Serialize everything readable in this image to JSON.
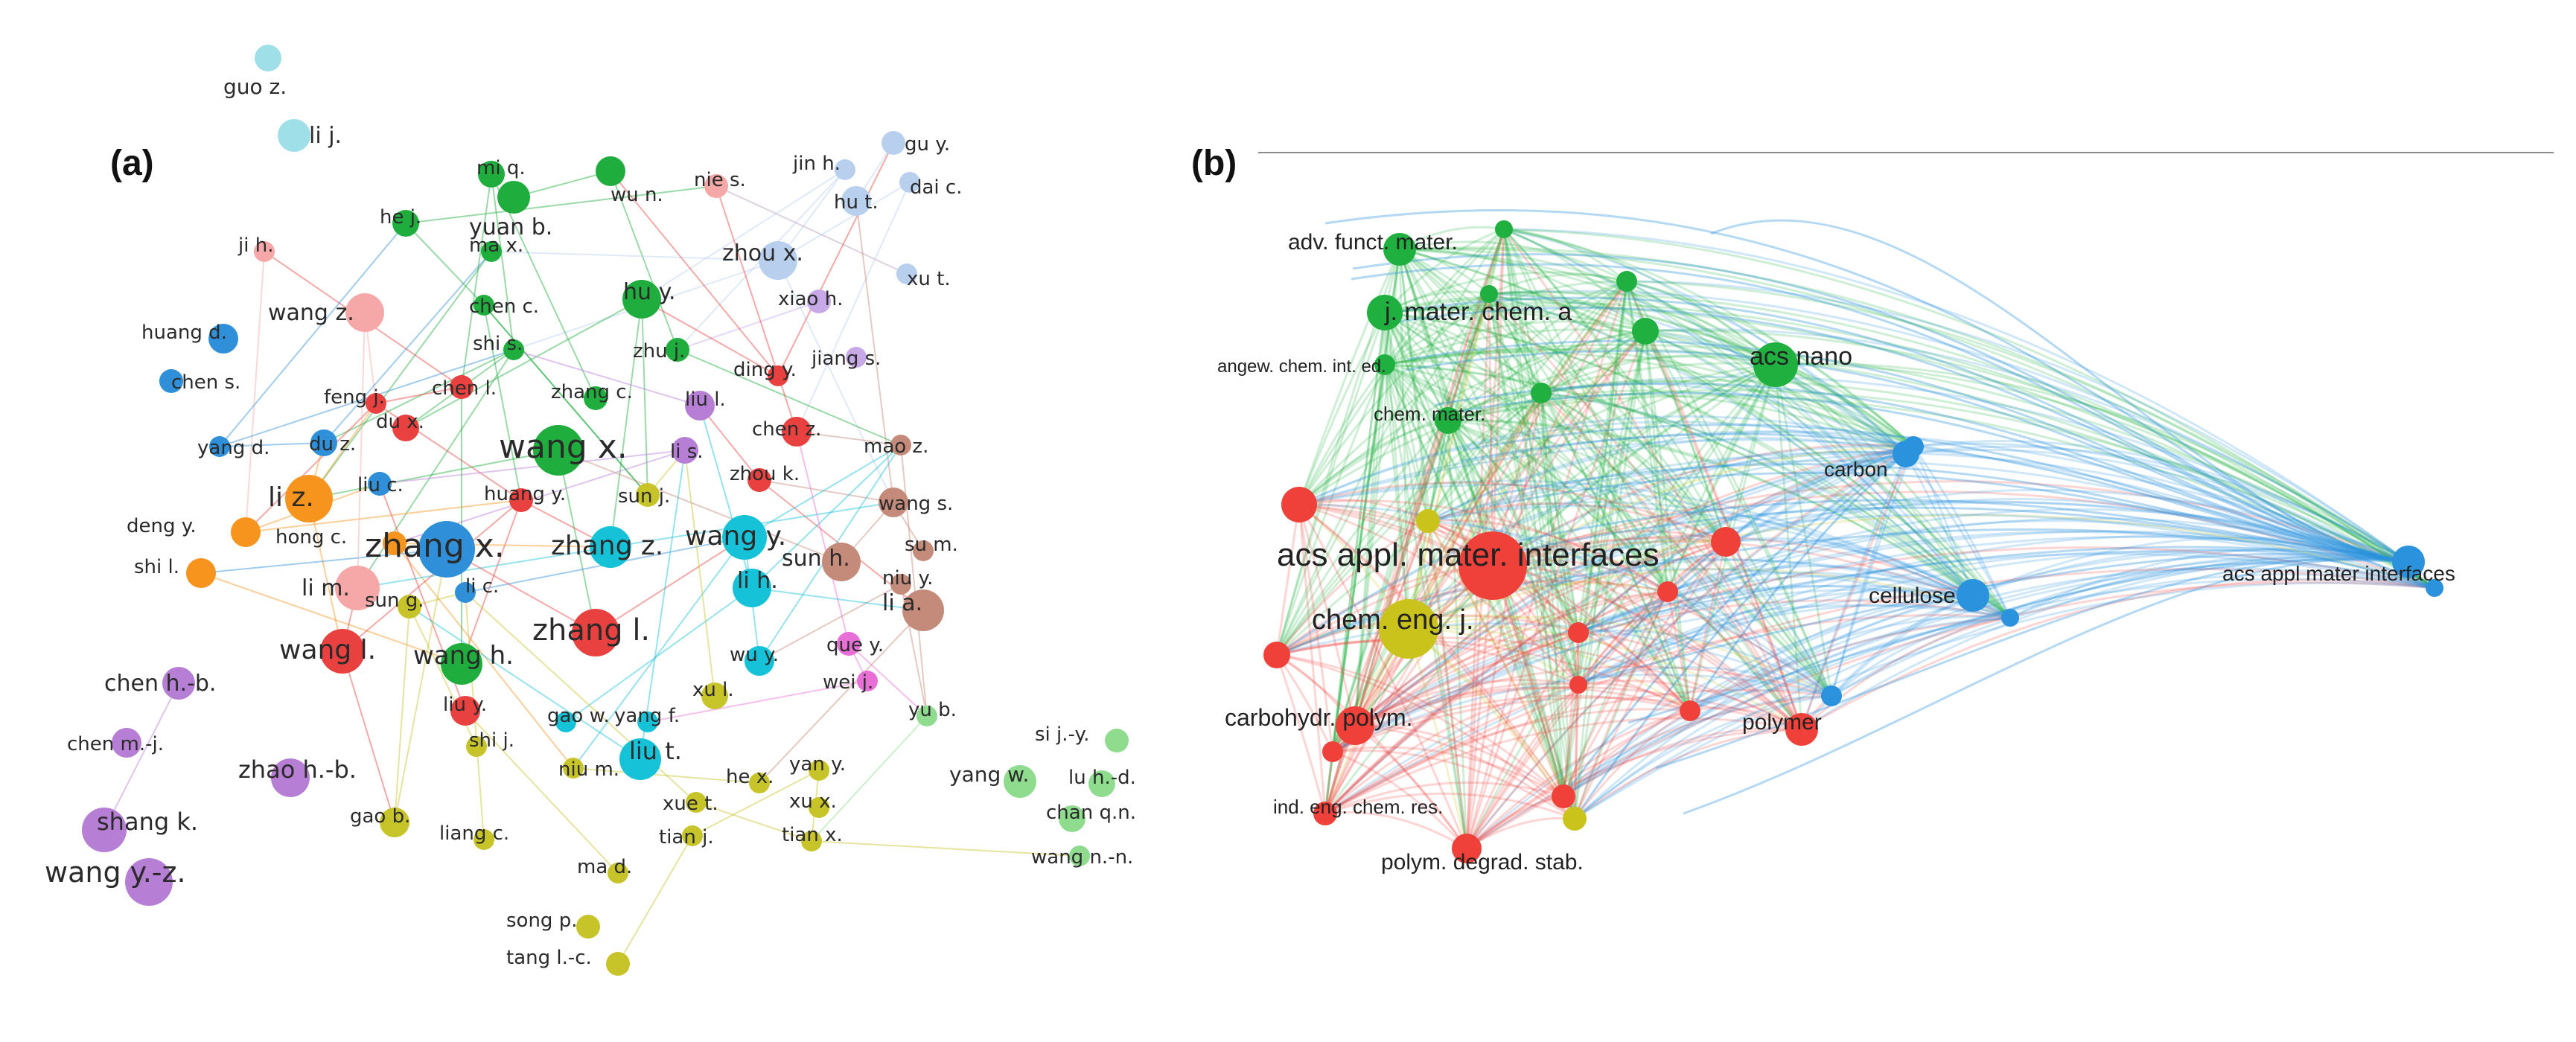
{
  "panels": {
    "a": {
      "label": "(a)"
    },
    "b": {
      "label": "(b)"
    }
  },
  "colors": {
    "red": "#e8413f",
    "green": "#1fae3d",
    "blue": "#2f8fd8",
    "cyan": "#16c2d8",
    "orange": "#f7941d",
    "purple": "#b77ed6",
    "yellow": "#c7c42a",
    "pink": "#f6a8a8",
    "lightblue": "#b8cfee",
    "brown": "#c48a7a",
    "lightgreen": "#8fdc8f",
    "teal": "#9fe0e8",
    "magenta": "#e86fd6",
    "lavender": "#c6a9e6",
    "b_red": "#f0403a",
    "b_green": "#1fb040",
    "b_blue": "#2b92dd",
    "b_yellow": "#c9c31c"
  },
  "network_a": [
    {
      "id": "guo z.",
      "c": "teal",
      "label": "guo z."
    },
    {
      "id": "li j.",
      "c": "teal",
      "label": "li j."
    },
    {
      "id": "mi q.",
      "c": "green",
      "label": "mi q."
    },
    {
      "id": "wu n.",
      "c": "green",
      "label": "wu n."
    },
    {
      "id": "nie s.",
      "c": "pink",
      "label": "nie s."
    },
    {
      "id": "he j.",
      "c": "green",
      "label": "he j."
    },
    {
      "id": "yuan b.",
      "c": "green",
      "label": "yuan b."
    },
    {
      "id": "gu y.",
      "c": "lightblue",
      "label": "gu y."
    },
    {
      "id": "jin h.",
      "c": "lightblue",
      "label": "jin h."
    },
    {
      "id": "dai c.",
      "c": "lightblue",
      "label": "dai c."
    },
    {
      "id": "hu t.",
      "c": "lightblue",
      "label": "hu t."
    },
    {
      "id": "ji h.",
      "c": "pink",
      "label": "ji h."
    },
    {
      "id": "ma x.",
      "c": "green",
      "label": "ma x."
    },
    {
      "id": "zhou x.",
      "c": "lightblue",
      "label": "zhou x."
    },
    {
      "id": "xu t.",
      "c": "lightblue",
      "label": "xu t."
    },
    {
      "id": "hu y.",
      "c": "green",
      "label": "hu y."
    },
    {
      "id": "chen c.",
      "c": "green",
      "label": "chen c."
    },
    {
      "id": "xiao h.",
      "c": "lavender",
      "label": "xiao h."
    },
    {
      "id": "wang z.",
      "c": "pink",
      "label": "wang z."
    },
    {
      "id": "huang d.",
      "c": "blue",
      "label": "huang d."
    },
    {
      "id": "shi s.",
      "c": "green",
      "label": "shi s."
    },
    {
      "id": "zhu j.",
      "c": "green",
      "label": "zhu j."
    },
    {
      "id": "jiang s.",
      "c": "lavender",
      "label": "jiang s."
    },
    {
      "id": "chen s.",
      "c": "blue",
      "label": "chen s."
    },
    {
      "id": "feng j.",
      "c": "red",
      "label": "feng j."
    },
    {
      "id": "chen l.",
      "c": "red",
      "label": "chen l."
    },
    {
      "id": "zhang c.",
      "c": "green",
      "label": "zhang c."
    },
    {
      "id": "liu l.",
      "c": "purple",
      "label": "liu l."
    },
    {
      "id": "ding y.",
      "c": "red",
      "label": "ding y."
    },
    {
      "id": "du x.",
      "c": "red",
      "label": "du x."
    },
    {
      "id": "chen z.",
      "c": "red",
      "label": "chen z."
    },
    {
      "id": "yang d.",
      "c": "blue",
      "label": "yang d."
    },
    {
      "id": "du z.",
      "c": "blue",
      "label": "du z."
    },
    {
      "id": "wang x.",
      "c": "green",
      "label": "wang x."
    },
    {
      "id": "li s.",
      "c": "purple",
      "label": "li s."
    },
    {
      "id": "mao z.",
      "c": "brown",
      "label": "mao z."
    },
    {
      "id": "li z.",
      "c": "orange",
      "label": "li z."
    },
    {
      "id": "liu c.",
      "c": "blue",
      "label": "liu c."
    },
    {
      "id": "zhou k.",
      "c": "red",
      "label": "zhou k."
    },
    {
      "id": "sun j.",
      "c": "yellow",
      "label": "sun j."
    },
    {
      "id": "wang s.",
      "c": "brown",
      "label": "wang s."
    },
    {
      "id": "huang y.",
      "c": "red",
      "label": "huang y."
    },
    {
      "id": "deng y.",
      "c": "orange",
      "label": "deng y."
    },
    {
      "id": "hong c.",
      "c": "orange",
      "label": "hong c."
    },
    {
      "id": "zhang x.",
      "c": "blue",
      "label": "zhang x."
    },
    {
      "id": "zhang z.",
      "c": "cyan",
      "label": "zhang z."
    },
    {
      "id": "wang y.",
      "c": "cyan",
      "label": "wang y."
    },
    {
      "id": "su m.",
      "c": "brown",
      "label": "su m."
    },
    {
      "id": "sun h.",
      "c": "brown",
      "label": "sun h."
    },
    {
      "id": "shi l.",
      "c": "orange",
      "label": "shi l."
    },
    {
      "id": "li m.",
      "c": "pink",
      "label": "li m."
    },
    {
      "id": "li c.",
      "c": "blue",
      "label": "li c."
    },
    {
      "id": "niu y.",
      "c": "brown",
      "label": "niu y."
    },
    {
      "id": "li h.",
      "c": "cyan",
      "label": "li h."
    },
    {
      "id": "li a.",
      "c": "brown",
      "label": "li a."
    },
    {
      "id": "sun g.",
      "c": "yellow",
      "label": "sun g."
    },
    {
      "id": "zhang l.",
      "c": "red",
      "label": "zhang l."
    },
    {
      "id": "que y.",
      "c": "magenta",
      "label": "que y."
    },
    {
      "id": "wang l.",
      "c": "red",
      "label": "wang l."
    },
    {
      "id": "wu y.",
      "c": "cyan",
      "label": "wu y."
    },
    {
      "id": "chen h.-b.",
      "c": "purple",
      "label": "chen h.-b."
    },
    {
      "id": "wang h.",
      "c": "green",
      "label": "wang h."
    },
    {
      "id": "wei j.",
      "c": "magenta",
      "label": "wei j."
    },
    {
      "id": "xu l.",
      "c": "yellow",
      "label": "xu l."
    },
    {
      "id": "liu y.",
      "c": "red",
      "label": "liu y."
    },
    {
      "id": "gao w.",
      "c": "cyan",
      "label": "gao w."
    },
    {
      "id": "yang f.",
      "c": "cyan",
      "label": "yang f."
    },
    {
      "id": "yu b.",
      "c": "lightgreen",
      "label": "yu b."
    },
    {
      "id": "chen m.-j.",
      "c": "purple",
      "label": "chen m.-j."
    },
    {
      "id": "shi j.",
      "c": "yellow",
      "label": "shi j."
    },
    {
      "id": "si j.-y.",
      "c": "lightgreen",
      "label": "si j.-y."
    },
    {
      "id": "niu m.",
      "c": "yellow",
      "label": "niu m."
    },
    {
      "id": "liu t.",
      "c": "cyan",
      "label": "liu t."
    },
    {
      "id": "yan y.",
      "c": "yellow",
      "label": "yan y."
    },
    {
      "id": "zhao h.-b.",
      "c": "purple",
      "label": "zhao h.-b."
    },
    {
      "id": "he x.",
      "c": "yellow",
      "label": "he x."
    },
    {
      "id": "yang w.",
      "c": "lightgreen",
      "label": "yang w."
    },
    {
      "id": "lu h.-d.",
      "c": "lightgreen",
      "label": "lu h.-d."
    },
    {
      "id": "xu x.",
      "c": "yellow",
      "label": "xu x."
    },
    {
      "id": "xue t.",
      "c": "yellow",
      "label": "xue t."
    },
    {
      "id": "shang k.",
      "c": "purple",
      "label": "shang k."
    },
    {
      "id": "gao b.",
      "c": "yellow",
      "label": "gao b."
    },
    {
      "id": "chan q.n.",
      "c": "lightgreen",
      "label": "chan q.n."
    },
    {
      "id": "tian x.",
      "c": "yellow",
      "label": "tian x."
    },
    {
      "id": "tian j.",
      "c": "yellow",
      "label": "tian j."
    },
    {
      "id": "liang c.",
      "c": "yellow",
      "label": "liang c."
    },
    {
      "id": "wang y.-z.",
      "c": "purple",
      "label": "wang y.-z."
    },
    {
      "id": "wang n.-n.",
      "c": "lightgreen",
      "label": "wang n.-n."
    },
    {
      "id": "ma d.",
      "c": "yellow",
      "label": "ma d."
    },
    {
      "id": "song p.",
      "c": "yellow",
      "label": "song p."
    },
    {
      "id": "tang l.-c.",
      "c": "yellow",
      "label": "tang l.-c."
    }
  ],
  "network_b": [
    {
      "id": "adv. funct. mater.",
      "c": "b_green",
      "label": "adv. funct. mater."
    },
    {
      "id": "j. mater. chem. a",
      "c": "b_green",
      "label": "j. mater. chem. a"
    },
    {
      "id": "acs nano",
      "c": "b_green",
      "label": "acs nano"
    },
    {
      "id": "angew. chem. int. ed.",
      "c": "b_green",
      "label": "angew. chem. int. ed."
    },
    {
      "id": "chem. mater.",
      "c": "b_green",
      "label": "chem. mater."
    },
    {
      "id": "carbon",
      "c": "b_blue",
      "label": "carbon"
    },
    {
      "id": "acs appl. mater. interfaces",
      "c": "b_red",
      "label": "acs appl. mater. interfaces"
    },
    {
      "id": "acs appl mater interfaces",
      "c": "b_blue",
      "label": "acs appl mater interfaces"
    },
    {
      "id": "cellulose",
      "c": "b_blue",
      "label": "cellulose"
    },
    {
      "id": "chem. eng. j.",
      "c": "b_yellow",
      "label": "chem. eng. j."
    },
    {
      "id": "carbohydr. polym.",
      "c": "b_red",
      "label": "carbohydr. polym."
    },
    {
      "id": "polymer",
      "c": "b_red",
      "label": "polymer"
    },
    {
      "id": "ind. eng. chem. res.",
      "c": "b_red",
      "label": "ind. eng. chem. res."
    },
    {
      "id": "polym. degrad. stab.",
      "c": "b_red",
      "label": "polym. degrad. stab."
    }
  ]
}
